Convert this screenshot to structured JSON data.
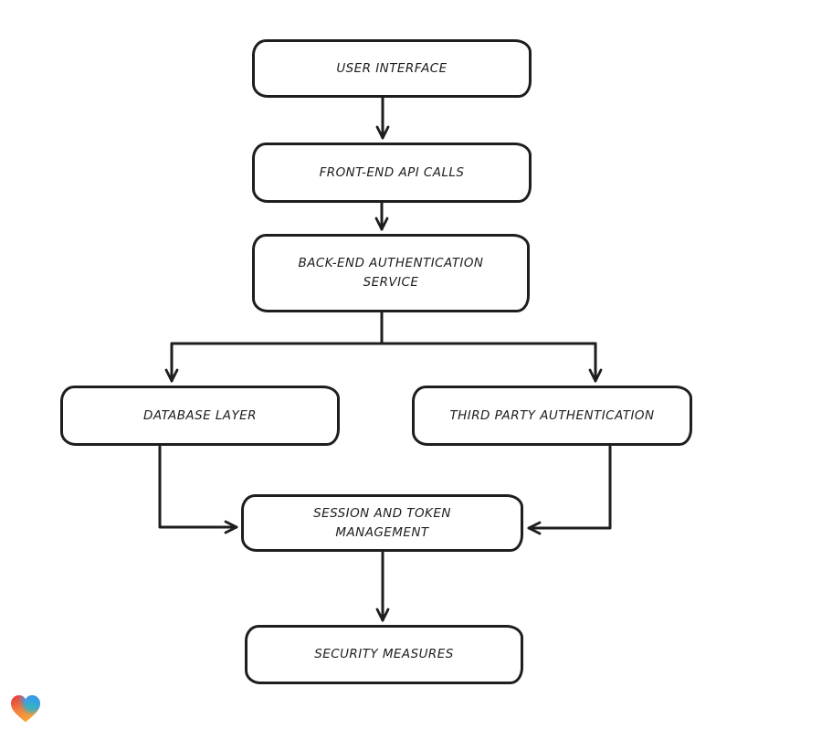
{
  "canvas": {
    "background": "#ffffff",
    "stroke_color": "#1e1e1e",
    "node_fill": "#ffffff",
    "node_text_color": "#1e1e1e",
    "style": "hand-drawn-flowchart"
  },
  "diagram": {
    "type": "flowchart",
    "nodes": [
      {
        "id": "user-interface",
        "label": "USER INTERFACE"
      },
      {
        "id": "front-end-api-calls",
        "label": "FRONT-END API CALLS"
      },
      {
        "id": "back-end-authentication-service",
        "label": "BACK-END AUTHENTICATION SERVICE"
      },
      {
        "id": "database-layer",
        "label": "DATABASE LAYER"
      },
      {
        "id": "third-party-authentication",
        "label": "THIRD PARTY AUTHENTICATION"
      },
      {
        "id": "session-and-token-management",
        "label": "SESSION AND TOKEN MANAGEMENT"
      },
      {
        "id": "security-measures",
        "label": "SECURITY MEASURES"
      }
    ],
    "edges": [
      {
        "from": "user-interface",
        "to": "front-end-api-calls"
      },
      {
        "from": "front-end-api-calls",
        "to": "back-end-authentication-service"
      },
      {
        "from": "back-end-authentication-service",
        "to": "database-layer"
      },
      {
        "from": "back-end-authentication-service",
        "to": "third-party-authentication"
      },
      {
        "from": "database-layer",
        "to": "session-and-token-management"
      },
      {
        "from": "third-party-authentication",
        "to": "session-and-token-management"
      },
      {
        "from": "session-and-token-management",
        "to": "security-measures"
      }
    ]
  },
  "branding": {
    "logo_icon": "gradient-heart-icon",
    "gradient_colors": [
      "#e6333f",
      "#f0813c",
      "#f8a93e",
      "#2f9ff0",
      "#23c3ae"
    ]
  }
}
